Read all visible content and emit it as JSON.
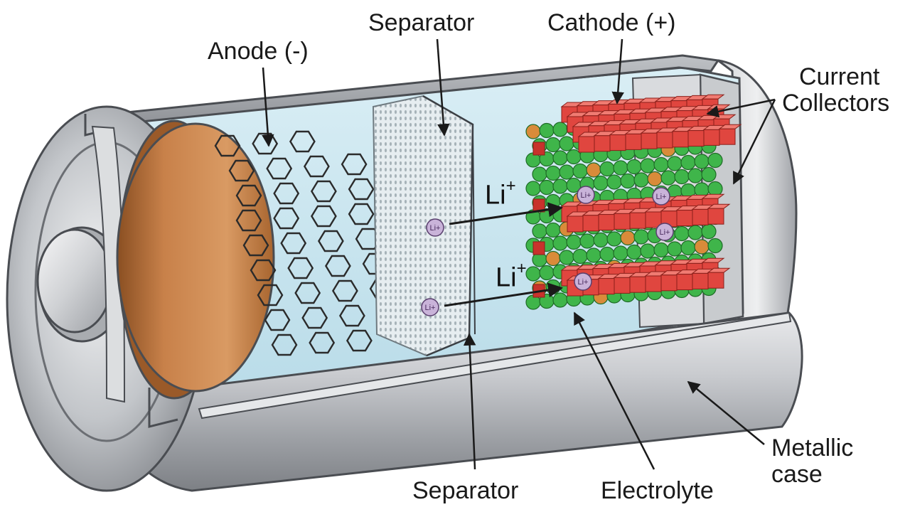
{
  "labels": {
    "anode": "Anode (-)",
    "separator_top": "Separator",
    "cathode": "Cathode (+)",
    "current_collectors_line1": "Current",
    "current_collectors_line2": "Collectors",
    "separator_bottom": "Separator",
    "electrolyte": "Electrolyte",
    "metallic_case_line1": "Metallic",
    "metallic_case_line2": "case"
  },
  "ions": {
    "flow_label_base": "Li",
    "flow_label_charge": "+",
    "ion_symbol": "Li+"
  },
  "colors": {
    "electrolyte": "#cfe6ef",
    "anode_disc": "#c8814a",
    "cathode_red": "#e0463f",
    "cathode_green": "#3fb54a",
    "cathode_orange": "#d98b3a",
    "ion": "#c9b3d9",
    "case_metal": "#b9bcc0"
  }
}
